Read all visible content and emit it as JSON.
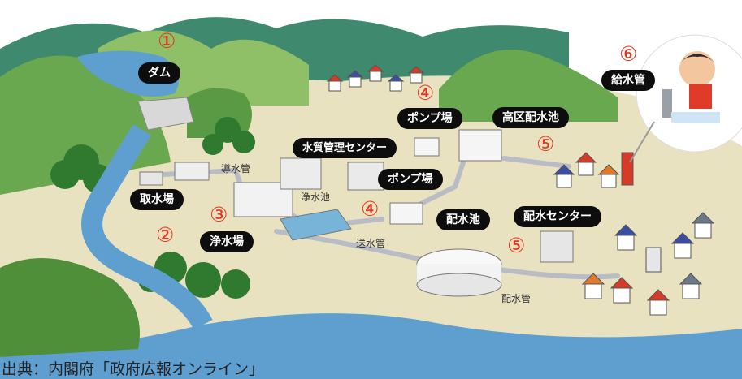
{
  "diagram": {
    "labels": {
      "dam": "ダム",
      "intake": "取水場",
      "purification_plant": "浄水場",
      "water_quality_center": "水質管理センター",
      "pump_station_upper": "ポンプ場",
      "pump_station_lower": "ポンプ場",
      "high_reservoir": "高区配水池",
      "distribution_reservoir": "配水池",
      "distribution_center": "配水センター",
      "service_pipe": "給水管"
    },
    "pipe_labels": {
      "conduit": "導水管",
      "filter_basin": "浄水池",
      "transmission": "送水管",
      "distribution": "配水管"
    },
    "step_numbers": {
      "n1": "①",
      "n2": "②",
      "n3": "③",
      "n4_upper": "④",
      "n4_lower": "④",
      "n5_upper": "⑤",
      "n5_lower": "⑤",
      "n6": "⑥"
    },
    "caption": "出典：内閣府「政府広報オンライン」"
  },
  "colors": {
    "label_bg": "#0d0d0d",
    "label_text": "#ffffff",
    "step_number": "#e8321e",
    "river": "#5e9fd0",
    "ground": "#e9e2c0",
    "hill": "#7fb25a"
  }
}
